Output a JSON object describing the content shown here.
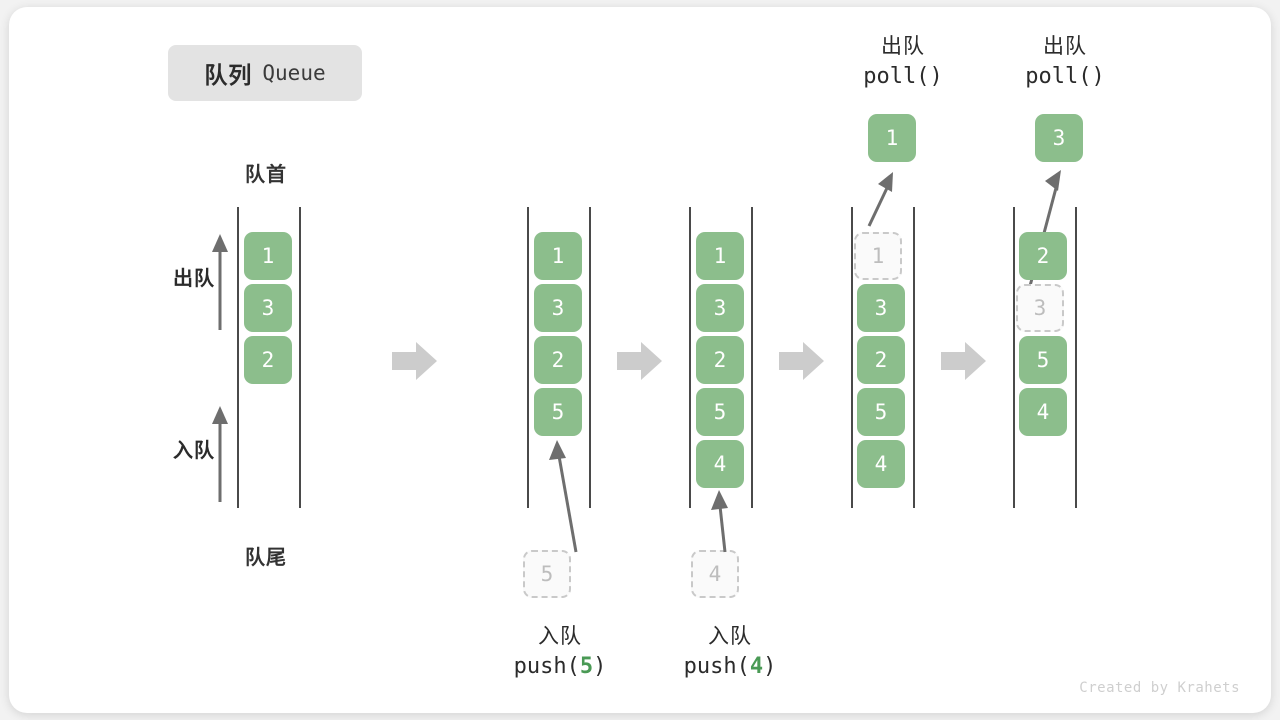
{
  "title": {
    "cn": "队列",
    "en": "Queue"
  },
  "labels": {
    "head": "队首",
    "tail": "队尾",
    "dequeue_side": "出队",
    "enqueue_side": "入队"
  },
  "credit": "Created by Krahets",
  "colors": {
    "cell_fill": "#8cbe8c",
    "cell_text": "#ffffff",
    "ghost_fill": "#fafafa",
    "ghost_border": "#c9c9c9",
    "ghost_text": "#bdbdbd",
    "rail": "#4a4a4a",
    "arrow_gray": "#cccccc",
    "arrow_dark": "#6e6e6e",
    "badge_bg": "#e3e3e3",
    "accent_green": "#4a9a55",
    "card_bg": "#ffffff",
    "page_bg": "#f2f2f2"
  },
  "columns": [
    {
      "id": "initial",
      "cells": [
        "1",
        "3",
        "2"
      ],
      "ghost_slots": [],
      "caption": null,
      "top_op": null,
      "popped": null
    },
    {
      "id": "after-push-5",
      "cells": [
        "1",
        "3",
        "2",
        "5"
      ],
      "ghost_slots": [],
      "caption": {
        "cn": "入队",
        "fn": "push",
        "arg": "5",
        "open": "(",
        "close": ")"
      },
      "incoming_ghost": "5",
      "top_op": null,
      "popped": null
    },
    {
      "id": "after-push-4",
      "cells": [
        "1",
        "3",
        "2",
        "5",
        "4"
      ],
      "ghost_slots": [],
      "caption": {
        "cn": "入队",
        "fn": "push",
        "arg": "4",
        "open": "(",
        "close": ")"
      },
      "incoming_ghost": "4",
      "top_op": null,
      "popped": null
    },
    {
      "id": "after-poll-1",
      "cells": [
        "3",
        "2",
        "5",
        "4"
      ],
      "ghost_slots": [
        {
          "index": 0,
          "value": "1"
        }
      ],
      "caption": null,
      "top_op": {
        "cn": "出队",
        "fn": "poll",
        "open": "(",
        "close": ")"
      },
      "popped": "1"
    },
    {
      "id": "after-poll-3",
      "cells": [
        "2",
        "5",
        "4"
      ],
      "ghost_slots": [
        {
          "index": 1,
          "value": "3"
        }
      ],
      "caption": null,
      "top_op": {
        "cn": "出队",
        "fn": "poll",
        "open": "(",
        "close": ")"
      },
      "popped": "3"
    }
  ],
  "transition_arrows": 4
}
